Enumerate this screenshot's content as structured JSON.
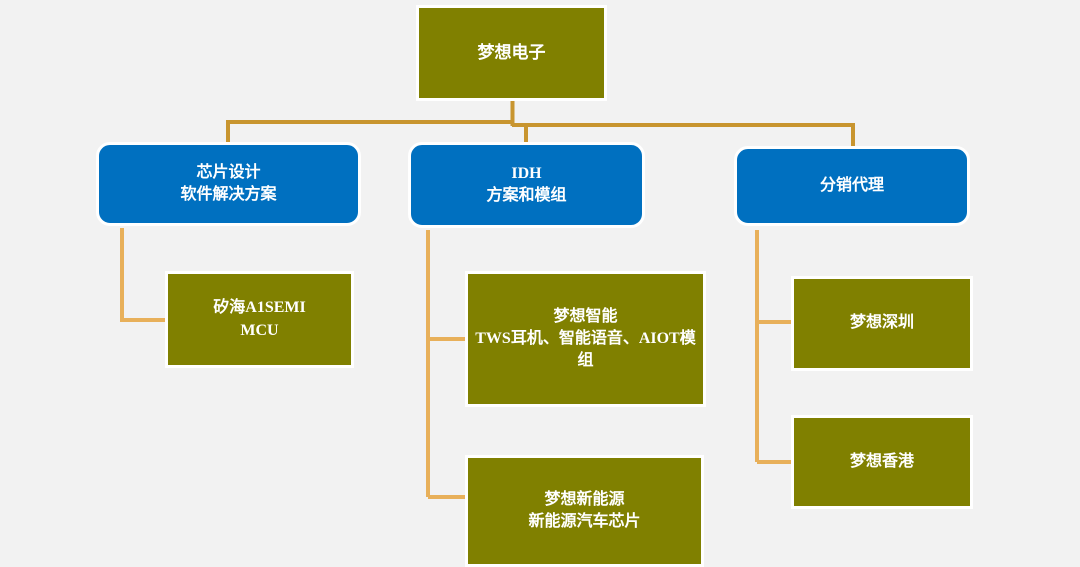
{
  "chart": {
    "type": "org-chart",
    "title": "",
    "colors": {
      "olive_node": "#808000",
      "blue_node": "#0070c0",
      "connector_dark": "#c8952f",
      "connector_light": "#e8b05a",
      "background": "#f2f2f2",
      "node_text": "#ffffff",
      "node_border": "#ffffff"
    }
  },
  "nodes": {
    "root": {
      "id": "root",
      "style": "olive",
      "lines": [
        "梦想电子"
      ],
      "line1": "梦想电子"
    },
    "chip_design": {
      "id": "chip-design",
      "style": "blue",
      "lines": [
        "芯片设计",
        "软件解决方案"
      ],
      "line1": "芯片设计",
      "line2": "软件解决方案"
    },
    "idh": {
      "id": "idh",
      "style": "blue",
      "lines": [
        "IDH",
        "方案和模组"
      ],
      "line1": "IDH",
      "line2": "方案和模组"
    },
    "distribution": {
      "id": "distribution",
      "style": "blue",
      "lines": [
        "分销代理"
      ],
      "line1": "分销代理"
    },
    "a1semi": {
      "id": "a1semi",
      "style": "olive",
      "lines": [
        "矽海A1SEMI",
        "MCU"
      ],
      "line1": "矽海A1SEMI",
      "line2": "MCU"
    },
    "smart": {
      "id": "smart",
      "style": "olive",
      "lines": [
        "梦想智能",
        "TWS耳机、智能语音、AIOT模组"
      ],
      "line1": "梦想智能",
      "line2": "TWS耳机、智能语音、AIOT模组"
    },
    "new_energy": {
      "id": "new-energy",
      "style": "olive",
      "lines": [
        "梦想新能源",
        "新能源汽车芯片"
      ],
      "line1": "梦想新能源",
      "line2": "新能源汽车芯片"
    },
    "shenzhen": {
      "id": "shenzhen",
      "style": "olive",
      "lines": [
        "梦想深圳"
      ],
      "line1": "梦想深圳"
    },
    "hongkong": {
      "id": "hongkong",
      "style": "olive",
      "lines": [
        "梦想香港"
      ],
      "line1": "梦想香港"
    }
  },
  "edges": [
    {
      "from": "root",
      "to": "chip_design"
    },
    {
      "from": "root",
      "to": "idh"
    },
    {
      "from": "root",
      "to": "distribution"
    },
    {
      "from": "chip_design",
      "to": "a1semi"
    },
    {
      "from": "idh",
      "to": "smart"
    },
    {
      "from": "idh",
      "to": "new_energy"
    },
    {
      "from": "distribution",
      "to": "shenzhen"
    },
    {
      "from": "distribution",
      "to": "hongkong"
    }
  ]
}
